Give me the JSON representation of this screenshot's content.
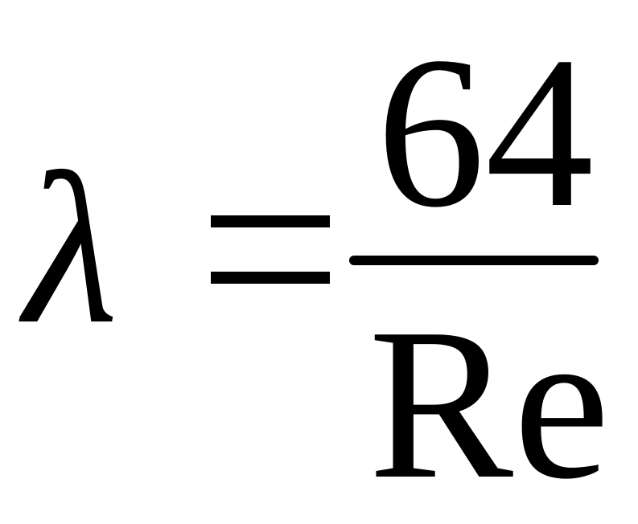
{
  "equation": {
    "lhs": "λ",
    "operator": "=",
    "numerator": "64",
    "denominator": "Re"
  }
}
